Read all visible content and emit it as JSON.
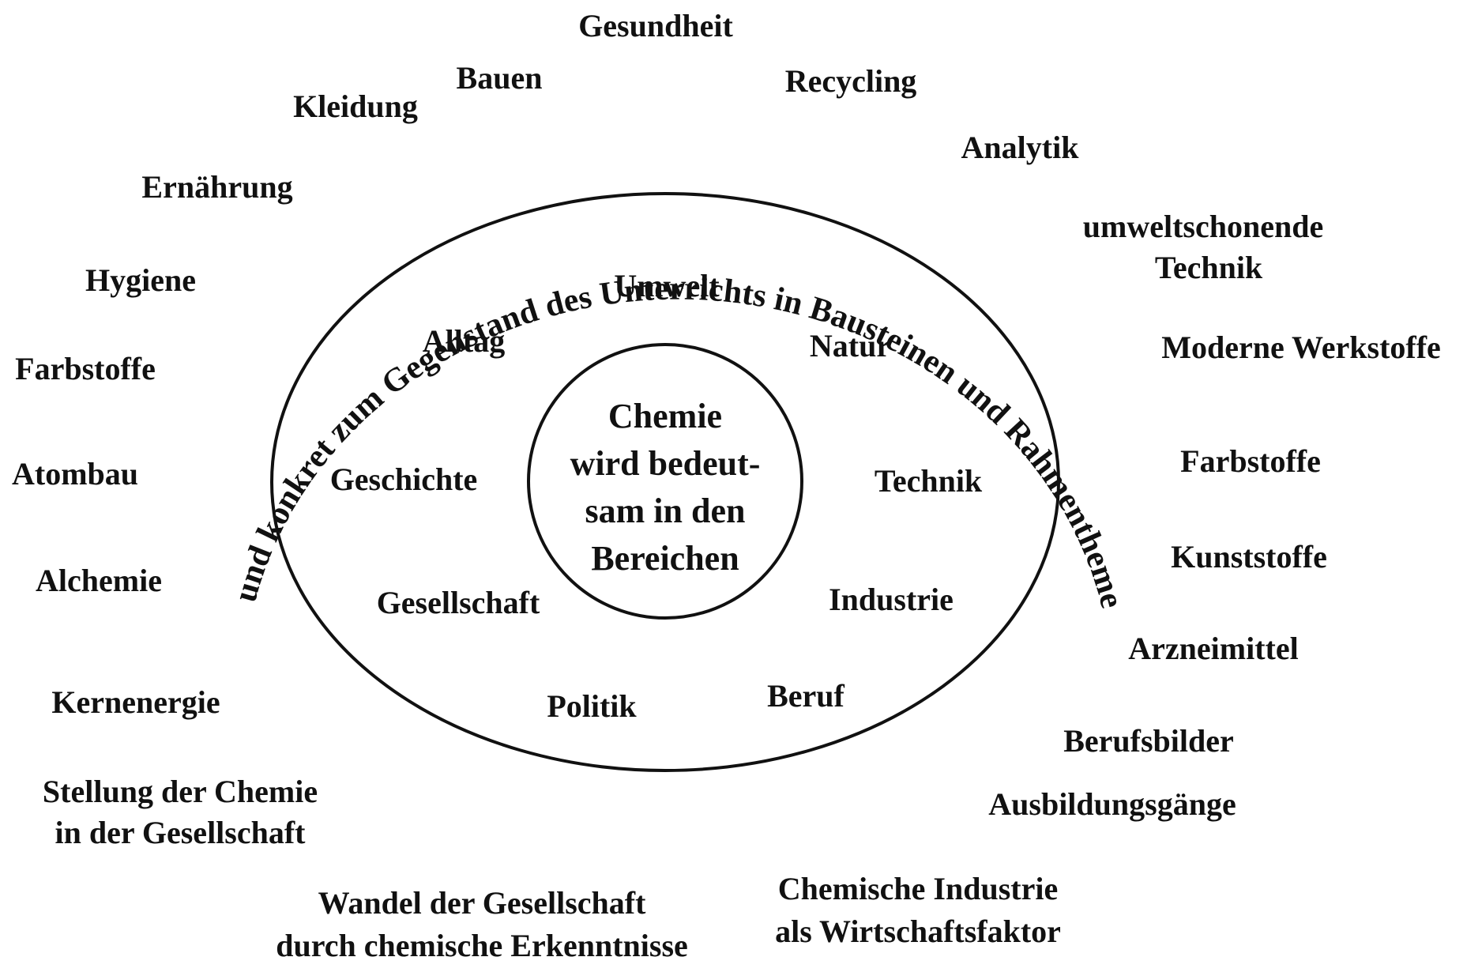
{
  "center": {
    "lines": [
      "Chemie",
      "wird bedeut-",
      "sam in den",
      "Bereichen"
    ]
  },
  "arc_text": "...und konkret zum Gegenstand des Unterrichts in Bausteinen und Rahmenthemen",
  "inner_areas": {
    "umwelt": "Umwelt",
    "alltag": "Alltag",
    "natur": "Natur",
    "geschichte": "Geschichte",
    "technik": "Technik",
    "gesellschaft": "Gesellschaft",
    "industrie": "Industrie",
    "politik": "Politik",
    "beruf": "Beruf"
  },
  "outer_topics": {
    "gesundheit": "Gesundheit",
    "bauen": "Bauen",
    "recycling": "Recycling",
    "kleidung": "Kleidung",
    "analytik": "Analytik",
    "ernaehrung": "Ernährung",
    "umweltschonende_technik": [
      "umweltschonende",
      "Technik"
    ],
    "hygiene": "Hygiene",
    "moderne_werkstoffe": "Moderne Werkstoffe",
    "farbstoffe_left": "Farbstoffe",
    "atombau": "Atombau",
    "farbstoffe_right": "Farbstoffe",
    "alchemie": "Alchemie",
    "kunststoffe": "Kunststoffe",
    "arzneimittel": "Arzneimittel",
    "kernenergie": "Kernenergie",
    "berufsbilder": "Berufsbilder",
    "stellung_der_chemie": [
      "Stellung der Chemie",
      "in der Gesellschaft"
    ],
    "ausbildungsgaenge": "Ausbildungsgänge",
    "wandel_der_gesellschaft": [
      "Wandel der Gesellschaft",
      "durch chemische Erkenntnisse"
    ],
    "chemische_industrie": [
      "Chemische Industrie",
      "als Wirtschaftsfaktor"
    ]
  }
}
